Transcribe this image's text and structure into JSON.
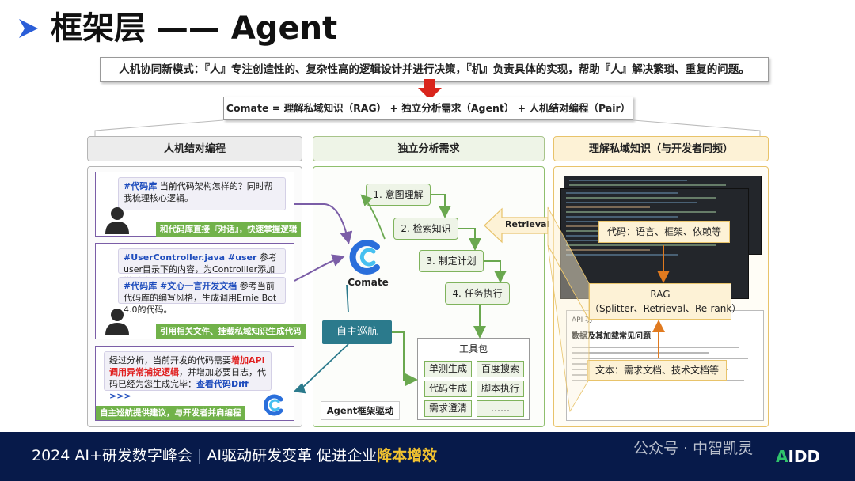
{
  "title": "框架层 —— Agent",
  "mode_statement": "人机协同新模式：『人』专注创造性的、复杂性高的逻辑设计并进行决策，『机』负责具体的实现，帮助『人』解决繁琐、重复的问题。",
  "formula": "Comate = 理解私域知识（RAG） + 独立分析需求（Agent） + 人机结对编程（Pair）",
  "columns": {
    "pair": "人机结对编程",
    "agent": "独立分析需求",
    "rag": "理解私域知识（与开发者同频）"
  },
  "pair": {
    "chat1": {
      "tag": "#代码库",
      "text": " 当前代码架构怎样的？同时帮我梳理核心逻辑。",
      "label": "和代码库直接『对话』，快速掌握逻辑"
    },
    "chat2": {
      "p1_tag": "#UserController.java #user",
      "p1_text": " 参考user目录下的内容，为Controlller添加增删改查逻辑。",
      "p2_tag": "#代码库 #文心一言开发文档",
      "p2_text": " 参考当前代码库的编写风格，生成调用Ernie Bot 4.0的代码。",
      "label": "引用相关文件、挂载私域知识生成代码"
    },
    "chat3": {
      "t1": "经过分析，当前开发的代码需要",
      "red1": "增加API调用异常捕捉逻辑",
      "t2": "，并增加必要日志，代码已经为您生成完毕：",
      "link": "查看代码Diff >>>",
      "label": "自主巡航提供建议，与开发者并肩编程"
    }
  },
  "agent": {
    "comate_label": "Comate",
    "steps": [
      "1. 意图理解",
      "2. 检索知识",
      "3. 制定计划",
      "4. 任务执行"
    ],
    "nav": "自主巡航",
    "toolbox_title": "工具包",
    "tools": [
      "单测生成",
      "百度搜索",
      "代码生成",
      "脚本执行",
      "需求澄清",
      "……"
    ],
    "driver": "Agent框架驱动"
  },
  "rag": {
    "retrieval": "Retrieval",
    "code_callout": "代码：语言、框架、依赖等",
    "rag_title": "RAG",
    "rag_sub": "（Splitter、Retrieval、Re-rank）",
    "doc_callout": "文本：需求文档、技术文档等",
    "doc_title": "数据及其加载常见问题",
    "doc_tab": "API 功"
  },
  "footer": {
    "event_prefix": "2024 AI+研发数字峰会",
    "separator": "|",
    "slogan_plain": "AI驱动研发变革 促进企业",
    "slogan_accent": "降本增效",
    "watermark": "公众号 · 中智凯灵",
    "brand_a": "A",
    "brand_rest": "IDD"
  },
  "colors": {
    "pair_border": "#7b5ea7",
    "agent_green": "#7fb35c",
    "rag_yellow": "#e8c36a",
    "nav_teal": "#2b7a8c",
    "footer_navy": "#071a4a",
    "highlight_red": "#e02020",
    "highlight_blue": "#1f4dbd"
  }
}
